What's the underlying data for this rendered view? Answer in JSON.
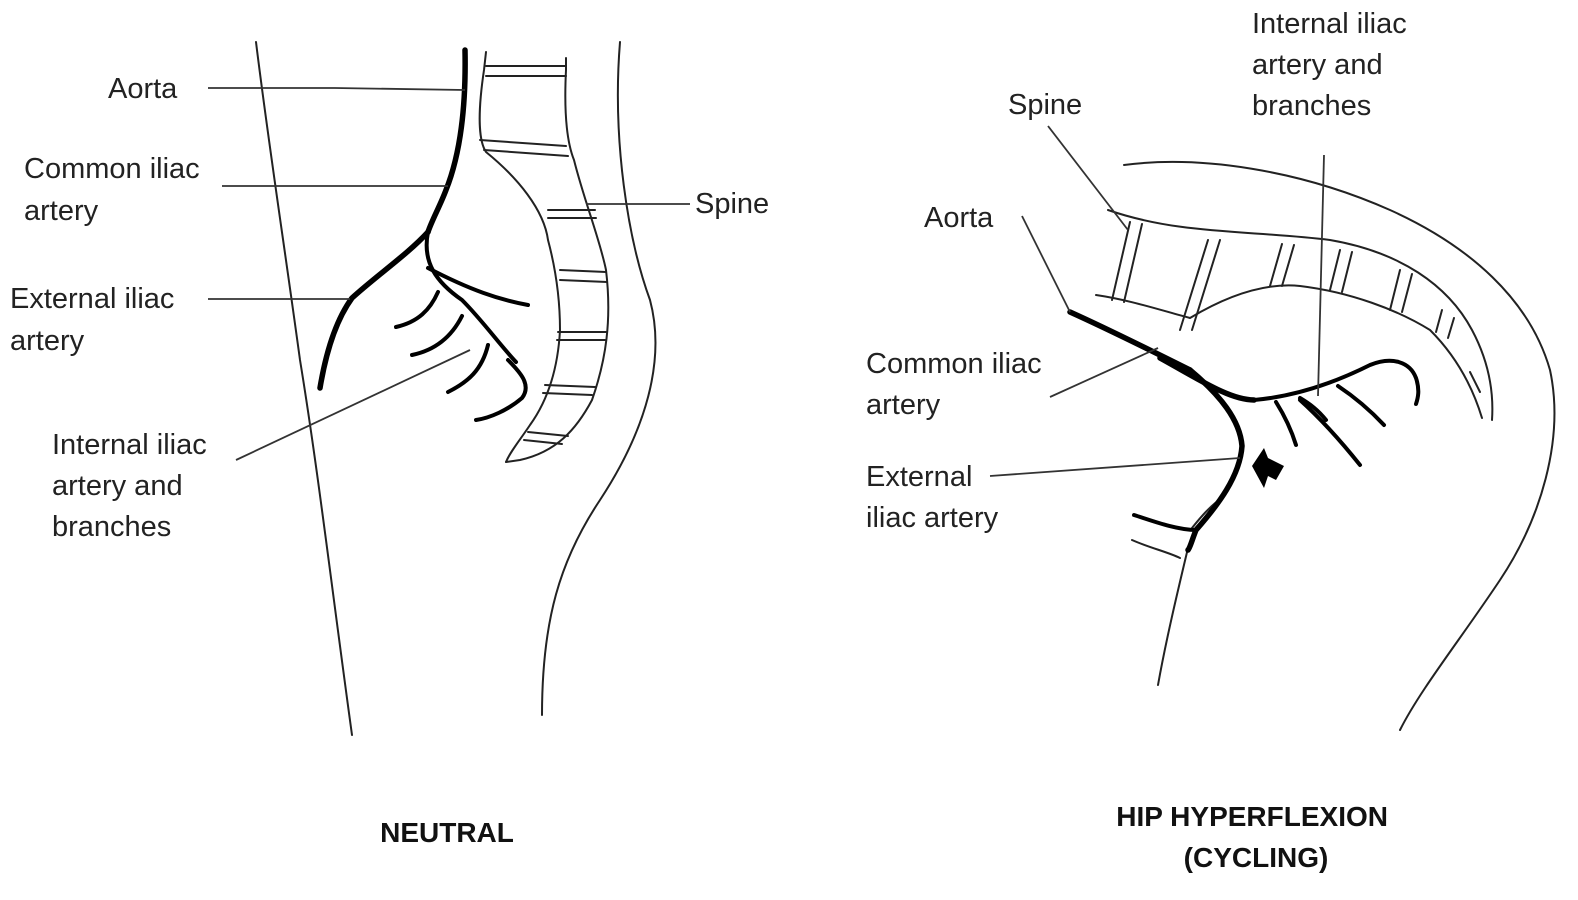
{
  "neutral": {
    "labels": {
      "aorta": "Aorta",
      "common_iliac": [
        "Common iliac",
        "artery"
      ],
      "external_iliac": [
        "External iliac",
        "artery"
      ],
      "internal_iliac": [
        "Internal iliac",
        "artery and",
        "branches"
      ],
      "spine": "Spine"
    },
    "caption": "NEUTRAL"
  },
  "flexion": {
    "labels": {
      "internal_iliac": [
        "Internal iliac",
        "artery and",
        "branches"
      ],
      "spine": "Spine",
      "aorta": "Aorta",
      "common_iliac": [
        "Common iliac",
        "artery"
      ],
      "external_iliac": [
        "External",
        "iliac artery"
      ]
    },
    "caption": [
      "HIP HYPERFLEXION",
      "(CYCLING)"
    ]
  }
}
